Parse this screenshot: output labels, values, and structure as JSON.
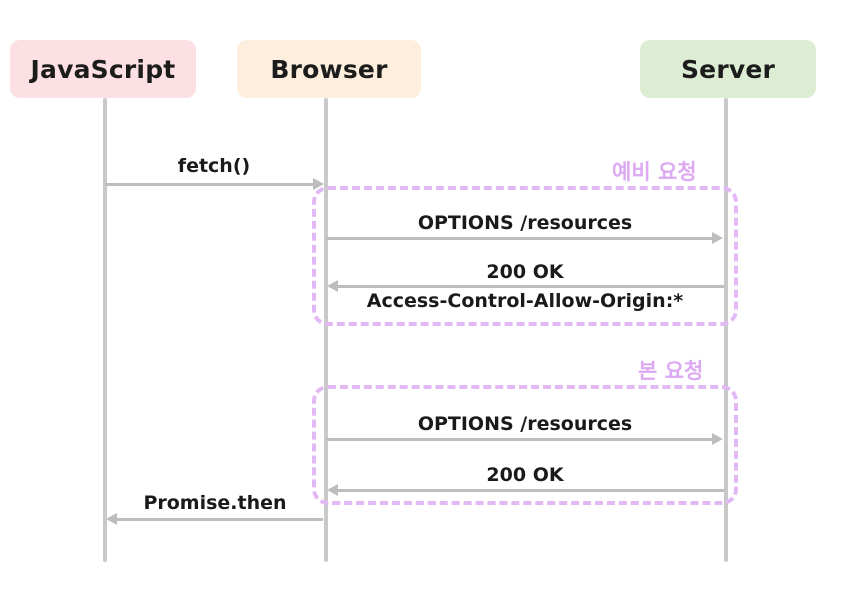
{
  "diagram": {
    "title": "CORS preflight sequence diagram",
    "type": "sequence-diagram",
    "colors": {
      "javascript_box": "#fce0e4",
      "browser_box": "#fdeedd",
      "server_box": "#dcedd3",
      "lifeline": "#c9c9c9",
      "arrow": "#bdbdbd",
      "group_border": "#e3b9f5",
      "group_label": "#dda9f2",
      "text": "#1a1a1a"
    },
    "actors": [
      {
        "id": "javascript",
        "label": "JavaScript"
      },
      {
        "id": "browser",
        "label": "Browser"
      },
      {
        "id": "server",
        "label": "Server"
      }
    ],
    "groups": [
      {
        "id": "preflight",
        "label": "예비 요청"
      },
      {
        "id": "actual",
        "label": "본 요청"
      }
    ],
    "messages": [
      {
        "id": "fetch",
        "label": "fetch()",
        "from": "javascript",
        "to": "browser",
        "direction": "right"
      },
      {
        "id": "preflight-options",
        "label": "OPTIONS /resources",
        "from": "browser",
        "to": "server",
        "direction": "right"
      },
      {
        "id": "preflight-200-ok",
        "label": "200 OK",
        "from": "server",
        "to": "browser",
        "direction": "left"
      },
      {
        "id": "preflight-acao",
        "label": "Access-Control-Allow-Origin:*",
        "from": "server",
        "to": "browser",
        "direction": "left"
      },
      {
        "id": "actual-options",
        "label": "OPTIONS /resources",
        "from": "browser",
        "to": "server",
        "direction": "right"
      },
      {
        "id": "actual-200-ok",
        "label": "200 OK",
        "from": "server",
        "to": "browser",
        "direction": "left"
      },
      {
        "id": "promise-then",
        "label": "Promise.then",
        "from": "browser",
        "to": "javascript",
        "direction": "left"
      }
    ]
  }
}
